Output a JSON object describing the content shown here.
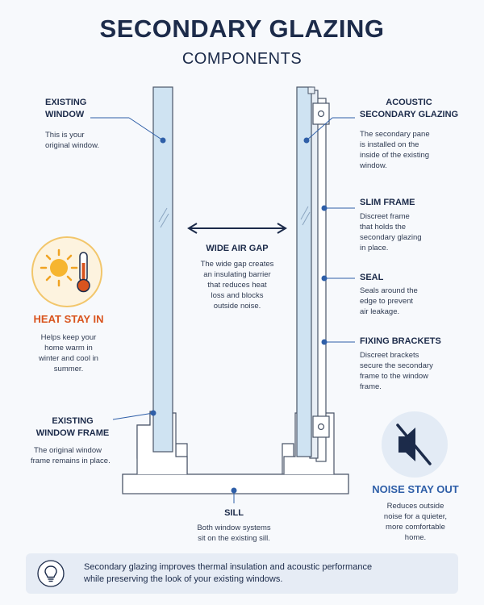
{
  "header": {
    "title": "SECONDARY GLAZING",
    "subtitle": "COMPONENTS"
  },
  "labels": {
    "existing_window": {
      "title_line1": "EXISTING",
      "title_line2": "WINDOW",
      "desc_line1": "This is your",
      "desc_line2": "original window."
    },
    "heat": {
      "title": "HEAT STAY IN",
      "desc_line1": "Helps keep your",
      "desc_line2": "home warm in",
      "desc_line3": "winter and cool in",
      "desc_line4": "summer."
    },
    "existing_frame": {
      "title_line1": "EXISTING",
      "title_line2": "WINDOW FRAME",
      "desc_line1": "The original window",
      "desc_line2": "frame remains in place."
    },
    "air_gap": {
      "title": "WIDE AIR GAP",
      "desc_line1": "The wide gap creates",
      "desc_line2": "an insulating barrier",
      "desc_line3": "that reduces heat",
      "desc_line4": "loss and blocks",
      "desc_line5": "outside noise."
    },
    "acoustic": {
      "title_line1": "ACOUSTIC",
      "title_line2": "SECONDARY GLAZING",
      "desc_line1": "The secondary pane",
      "desc_line2": "is installed on the",
      "desc_line3": "inside of the existing",
      "desc_line4": "window."
    },
    "slim_frame": {
      "title": "SLIM FRAME",
      "desc_line1": "Discreet frame",
      "desc_line2": "that holds the",
      "desc_line3": "secondary glazing",
      "desc_line4": "in place."
    },
    "seal": {
      "title": "SEAL",
      "desc_line1": "Seals around the",
      "desc_line2": "edge to prevent",
      "desc_line3": "air leakage."
    },
    "brackets": {
      "title": "FIXING BRACKETS",
      "desc_line1": "Discreet brackets",
      "desc_line2": "secure the secondary",
      "desc_line3": "frame to the window",
      "desc_line4": "frame."
    },
    "sill": {
      "title": "SILL",
      "desc_line1": "Both window systems",
      "desc_line2": "sit on the existing sill."
    },
    "noise": {
      "title": "NOISE STAY OUT",
      "desc_line1": "Reduces outside",
      "desc_line2": "noise for a quieter,",
      "desc_line3": "more comfortable",
      "desc_line4": "home."
    }
  },
  "footer": {
    "line1": "Secondary glazing improves thermal insulation and acoustic performance",
    "line2": "while preserving the look of your existing windows."
  },
  "colors": {
    "navy": "#1c2b4a",
    "accent_blue": "#2f5fa8",
    "heat_orange": "#d9541e",
    "glass": "#cfe3f2",
    "frame_fill": "#ffffff",
    "frame_stroke": "#4a5568"
  },
  "icons": [
    "sun-thermometer-icon",
    "muted-speaker-icon",
    "lightbulb-icon"
  ]
}
